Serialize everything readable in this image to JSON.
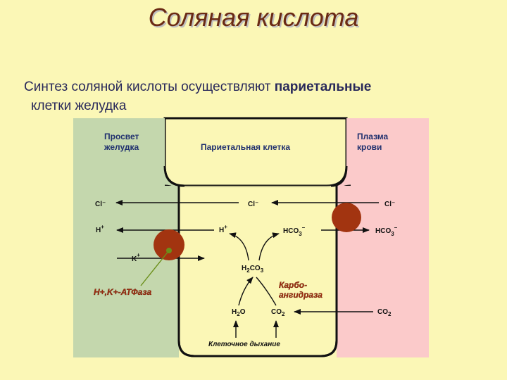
{
  "slide": {
    "title": "Соляная кислота",
    "subtitle_regular": "Синтез соляной кислоты осуществляют ",
    "subtitle_bold": "париетальные",
    "subtitle_line2": "клетки желудка"
  },
  "diagram": {
    "zones": {
      "lumen_line1": "Просвет",
      "lumen_line2": "желудка",
      "cell": "Париетальная клетка",
      "plasma_line1": "Плазма",
      "plasma_line2": "крови"
    },
    "ions": {
      "cl_left": "Cl⁻",
      "cl_mid": "Cl⁻",
      "cl_right": "Cl⁻",
      "h_left": "H",
      "h_left_sup": "+",
      "h_mid": "H",
      "h_mid_sup": "+",
      "hco3_mid": "HCO",
      "hco3_mid_sub": "3",
      "hco3_mid_sup": "–",
      "hco3_right": "HCO",
      "hco3_right_sub": "3",
      "hco3_right_sup": "–",
      "k": "K",
      "k_sup": "+",
      "h2co3_a": "H",
      "h2co3_sub2": "2",
      "h2co3_b": "CO",
      "h2co3_sub3": "3",
      "h2o_a": "H",
      "h2o_sub": "2",
      "h2o_b": "O",
      "co2_mid": "CO",
      "co2_mid_sub": "2",
      "co2_right": "CO",
      "co2_right_sub": "2"
    },
    "labels": {
      "atpase": "H+,K+-АТФаза",
      "carbo_line1": "Карбо-",
      "carbo_line2": "ангидраза",
      "respiration": "Клеточное дыхание"
    },
    "colors": {
      "lumen": "#c4d7ad",
      "plasma": "#fbcaca",
      "cell": "#fbf7b6",
      "label_blue": "#20306e",
      "enzyme_red": "#a02d10",
      "transporter": "#a23410"
    }
  }
}
